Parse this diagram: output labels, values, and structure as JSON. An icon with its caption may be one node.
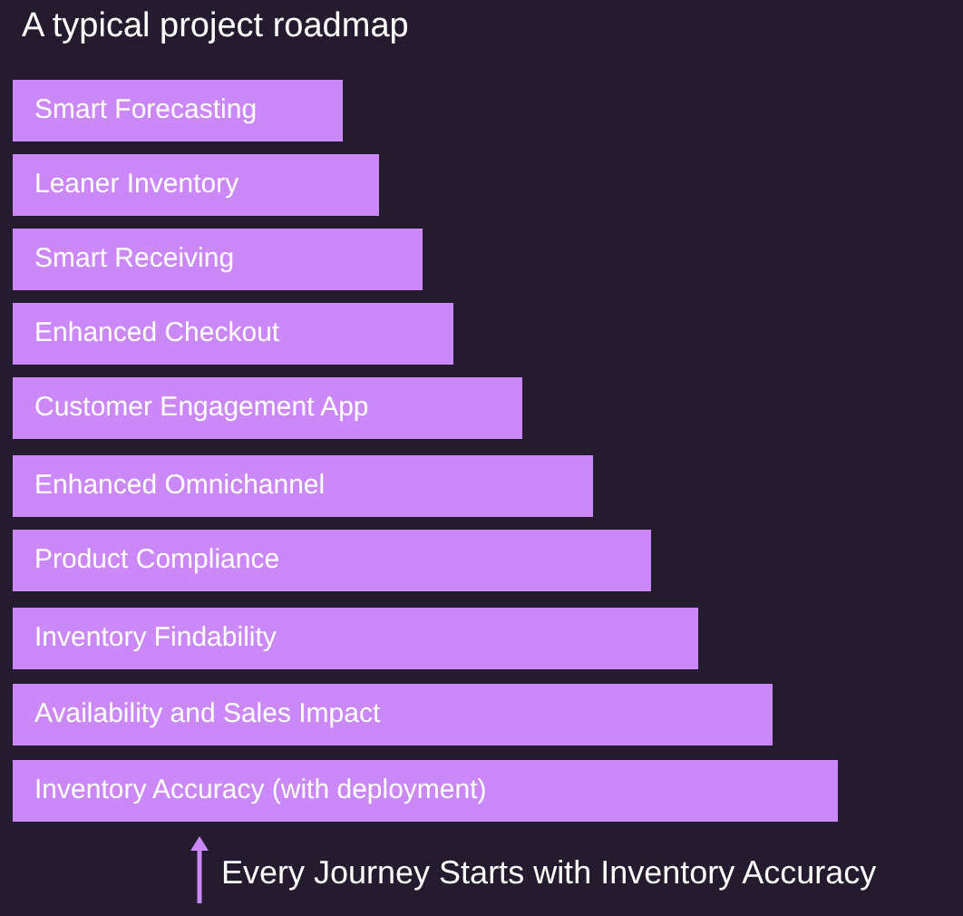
{
  "diagram": {
    "title": "A typical project roadmap",
    "nodes": [
      {
        "text": [
          "Smart Forecasting"
        ]
      },
      {
        "text": [
          "Leaner Inventory"
        ]
      },
      {
        "text": [
          "Smart Receiving"
        ]
      },
      {
        "text": [
          "Enhanced Checkout"
        ]
      },
      {
        "text": [
          "Customer Engagement App"
        ]
      },
      {
        "text": [
          "Enhanced Omnichannel"
        ]
      },
      {
        "text": [
          "Product Compliance"
        ]
      },
      {
        "text": [
          "Inventory Findability"
        ]
      },
      {
        "text": [
          "Availability and Sales Impact"
        ]
      },
      {
        "text": [
          "Inventory Accuracy (with deployment)"
        ]
      }
    ],
    "labels": [
      "Every Journey Starts with Inventory Accuracy"
    ]
  }
}
